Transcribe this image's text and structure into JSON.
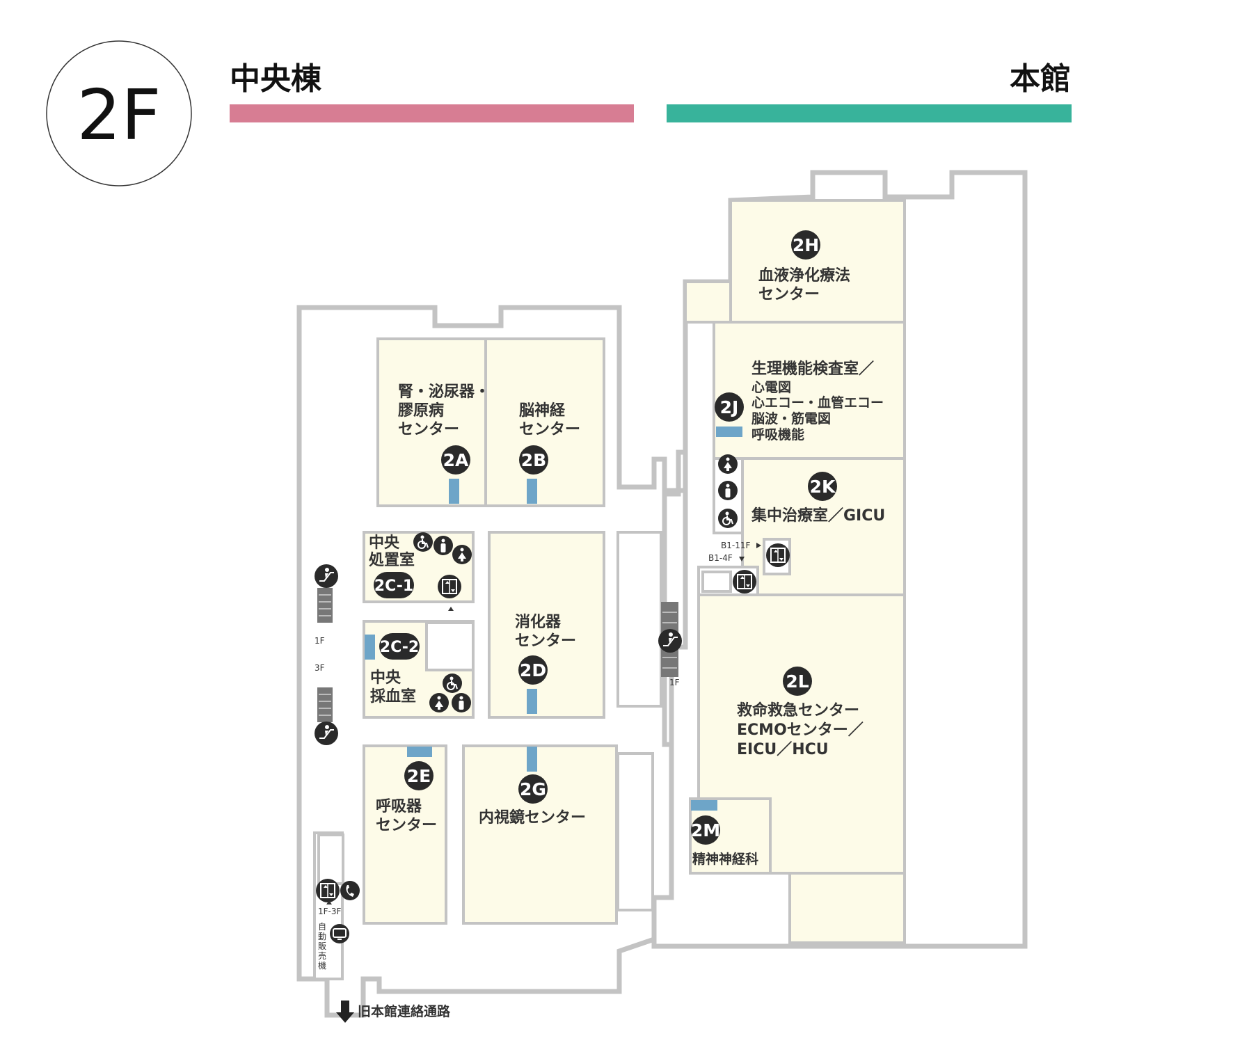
{
  "floor": "2F",
  "buildings": [
    {
      "name": "中央棟",
      "color": "#d77d93"
    },
    {
      "name": "本館",
      "color": "#38b39b"
    }
  ],
  "rooms": {
    "2A": {
      "badge": "2A",
      "lines": [
        "腎・泌尿器・",
        "膠原病",
        "センター"
      ]
    },
    "2B": {
      "badge": "2B",
      "lines": [
        "脳神経",
        "センター"
      ]
    },
    "2C1": {
      "badge": "2C-1",
      "lines": [
        "中央",
        "処置室"
      ]
    },
    "2C2": {
      "badge": "2C-2",
      "lines": [
        "中央",
        "採血室"
      ]
    },
    "2D": {
      "badge": "2D",
      "lines": [
        "消化器",
        "センター"
      ]
    },
    "2E": {
      "badge": "2E",
      "lines": [
        "呼吸器",
        "センター"
      ]
    },
    "2G": {
      "badge": "2G",
      "lines": [
        "内視鏡センター"
      ]
    },
    "2H": {
      "badge": "2H",
      "lines": [
        "血液浄化療法",
        "センター"
      ]
    },
    "2J": {
      "badge": "2J",
      "lines": [
        "生理機能検査室／",
        "心電図",
        "心エコー・血管エコー",
        "脳波・筋電図",
        "呼吸機能"
      ]
    },
    "2K": {
      "badge": "2K",
      "lines": [
        "集中治療室／GICU"
      ]
    },
    "2L": {
      "badge": "2L",
      "lines": [
        "救命救急センター",
        "ECMOセンター／",
        "EICU／HCU"
      ]
    },
    "2M": {
      "badge": "2M",
      "lines": [
        "精神神経科"
      ]
    }
  },
  "labels": {
    "esc_1f_left": "1F",
    "esc_3f_left": "3F",
    "esc_1f_right": "1F",
    "elev_b1_11f": "B1-11F",
    "elev_b1_4f": "B1-4F",
    "elev_1f_3f": "1F-3F",
    "vending": [
      "自",
      "動",
      "販",
      "売",
      "機"
    ],
    "corridor": "旧本館連絡通路"
  },
  "icons": [
    "escalator-icon",
    "elevator-icon",
    "wheelchair-icon",
    "toilet-male-icon",
    "toilet-female-icon",
    "phone-icon",
    "vending-icon"
  ],
  "colors": {
    "room_fill": "#fdfbe8",
    "wall": "#c3c3c3",
    "door": "#6ea5c8",
    "badge": "#2a2a2a",
    "central_bar": "#d77d93",
    "main_bar": "#38b39b"
  }
}
